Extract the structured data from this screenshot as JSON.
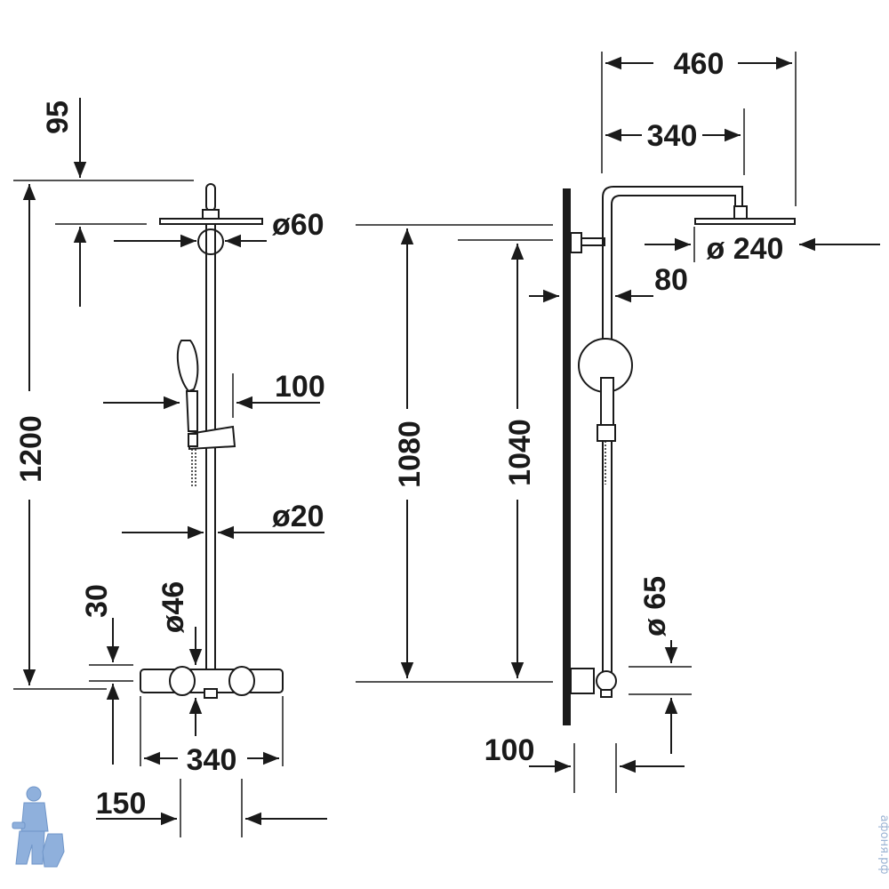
{
  "front_view": {
    "dim_95": "95",
    "dim_1200": "1200",
    "dim_dia60": "ø60",
    "dim_100": "100",
    "dim_dia20": "ø20",
    "dim_30": "30",
    "dim_dia46": "ø46",
    "dim_340": "340",
    "dim_150": "150"
  },
  "side_view": {
    "dim_460": "460",
    "dim_340": "340",
    "dim_dia240": "ø 240",
    "dim_80": "80",
    "dim_1080": "1080",
    "dim_1040": "1040",
    "dim_dia65": "ø 65",
    "dim_100": "100"
  },
  "watermark": {
    "text": "афоня.рф"
  },
  "colors": {
    "line": "#1a1a1a",
    "background": "#ffffff",
    "watermark": "#9cb4d4"
  }
}
